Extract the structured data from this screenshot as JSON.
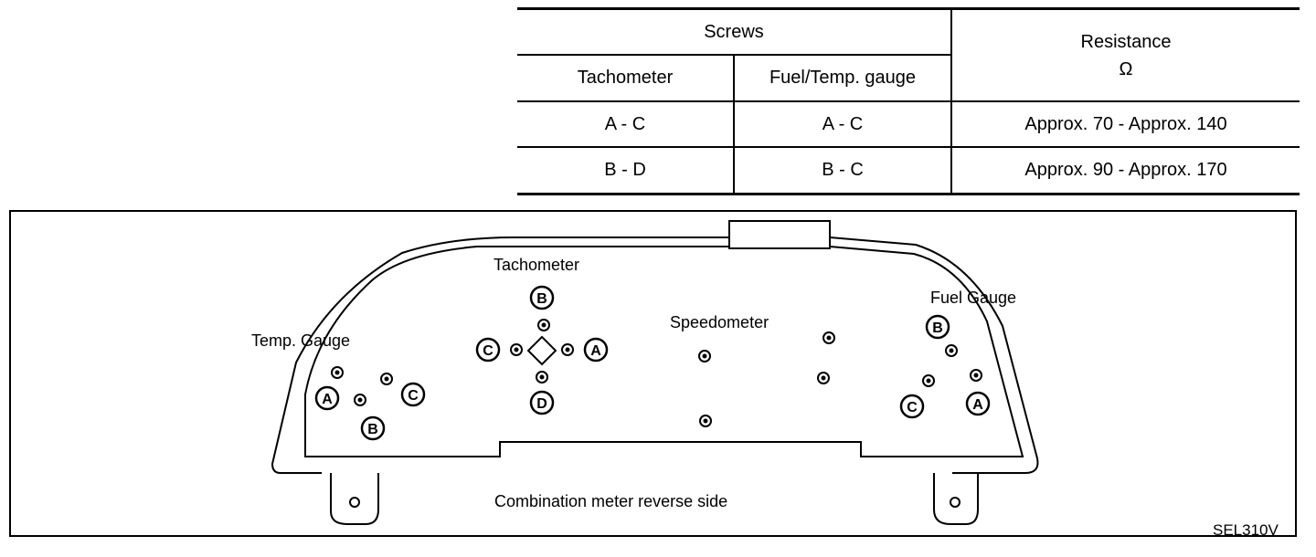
{
  "table": {
    "header_screws": "Screws",
    "header_resistance_line1": "Resistance",
    "header_resistance_line2": "Ω",
    "col_tachometer": "Tachometer",
    "col_fuel_temp": "Fuel/Temp. gauge",
    "rows": [
      {
        "tachometer": "A - C",
        "fuel_temp": "A - C",
        "resistance": "Approx. 70 - Approx. 140"
      },
      {
        "tachometer": "B - D",
        "fuel_temp": "B - C",
        "resistance": "Approx. 90 - Approx. 170"
      }
    ]
  },
  "diagram": {
    "labels": {
      "tachometer": "Tachometer",
      "temp_gauge": "Temp. Gauge",
      "speedometer": "Speedometer",
      "fuel_gauge": "Fuel Gauge",
      "caption": "Combination meter reverse side",
      "figure_code": "SEL310V"
    },
    "terminals": {
      "tach_a": "A",
      "tach_b": "B",
      "tach_c": "C",
      "tach_d": "D",
      "temp_a": "A",
      "temp_b": "B",
      "temp_c": "C",
      "fuel_a": "A",
      "fuel_b": "B",
      "fuel_c": "C"
    }
  }
}
